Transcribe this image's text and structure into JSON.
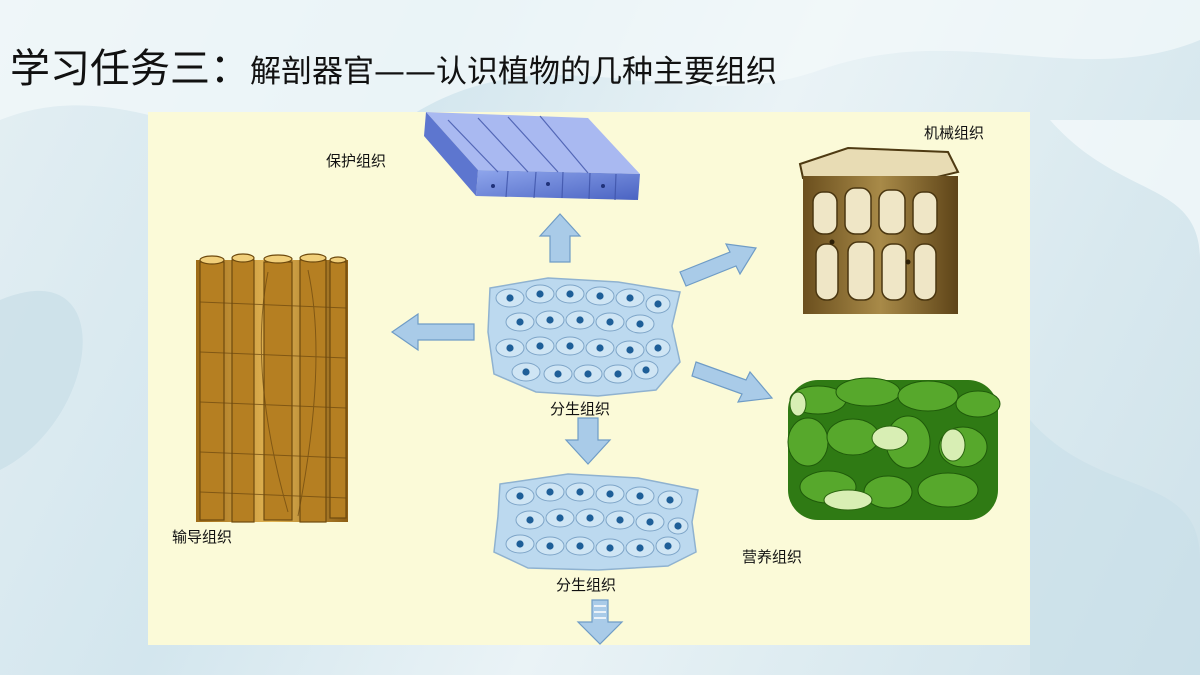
{
  "title": {
    "main": "学习任务三：",
    "sub": "解剖器官——认识植物的几种主要组织"
  },
  "labels": {
    "protective": "保护组织",
    "mechanical": "机械组织",
    "meristem_top": "分生组织",
    "meristem_bottom": "分生组织",
    "conducting": "输导组织",
    "nutritive": "营养组织"
  },
  "colors": {
    "panel": "#fbfad8",
    "arrow": "#a9cbe8",
    "protective": "#6a86d8",
    "mechanical": "#8a6a2c",
    "conducting": "#c9962e",
    "nutritive": "#3c8a1c",
    "meristem": "#bcd9ef"
  }
}
